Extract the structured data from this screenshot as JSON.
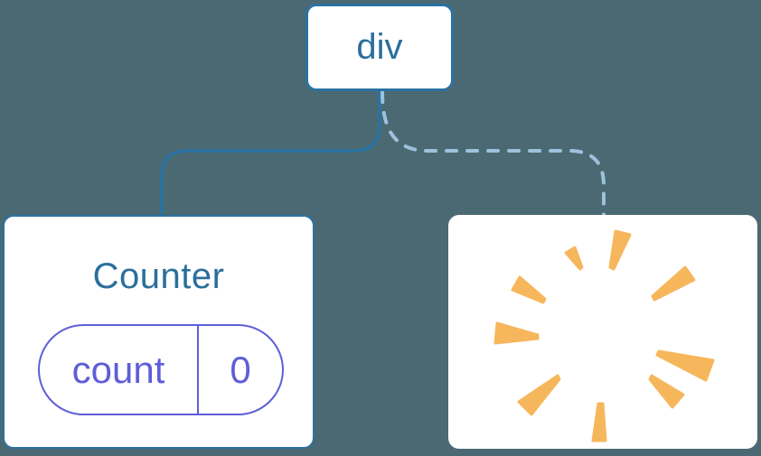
{
  "tree": {
    "root": {
      "label": "div"
    },
    "children": [
      {
        "name": "counter",
        "title": "Counter",
        "state": {
          "key": "count",
          "value": "0"
        },
        "edge_style": "solid"
      },
      {
        "name": "removed",
        "icon": "poof-icon",
        "edge_style": "dashed"
      }
    ]
  },
  "colors": {
    "background": "#4b6972",
    "card_fill": "#ffffff",
    "edge_solid": "#2a72a3",
    "edge_dashed": "#9cc2dd",
    "text_blue": "#2b6f9b",
    "state_purple": "#5e5ed8",
    "poof_orange": "#f6b75c"
  }
}
